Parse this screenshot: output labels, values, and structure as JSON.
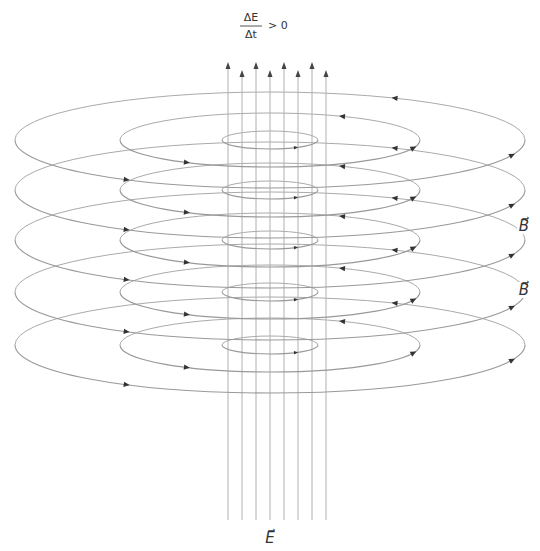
{
  "diagram": {
    "labels": [
      "ΔE",
      "Δt",
      "> 0",
      "B⃗",
      "B⃗",
      "E⃗"
    ]
  }
}
